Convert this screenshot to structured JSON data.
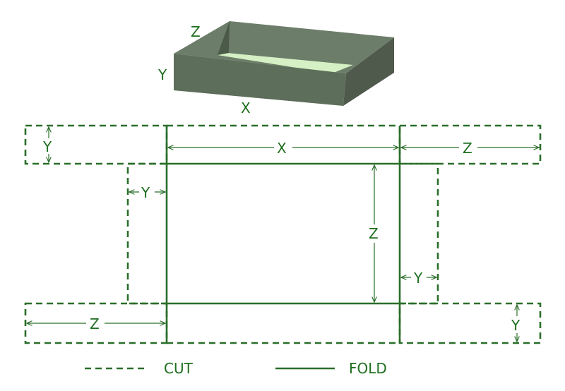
{
  "box_labels": {
    "z": "Z",
    "y": "Y",
    "x": "X"
  },
  "dimension_labels": {
    "top_flap_y": "Y",
    "top_x": "X",
    "top_right_z": "Z",
    "left_side_y": "Y",
    "center_z": "Z",
    "right_side_y": "Y",
    "bottom_left_z": "Z",
    "bottom_right_y": "Y"
  },
  "legend": {
    "cut": "CUT",
    "fold": "FOLD"
  },
  "colors": {
    "line": "#2a6e2a",
    "text": "#1f6e1f",
    "box_front": "#5d6e5a",
    "box_side": "#4f5a4d",
    "box_top": "#6c7d69",
    "box_inner": "#d5f0c4"
  }
}
